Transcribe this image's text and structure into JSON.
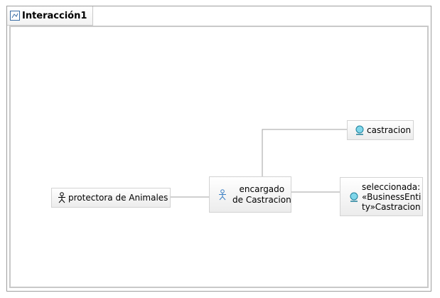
{
  "diagram": {
    "title": "Interacción1",
    "nodes": {
      "protectora": {
        "label": "protectora de Animales",
        "icon": "actor-icon"
      },
      "encargado": {
        "label_line1": "encargado",
        "label_line2": "de Castracion",
        "icon": "actor-icon"
      },
      "castracion": {
        "label": "castracion",
        "icon": "entity-icon"
      },
      "seleccionada": {
        "label_line1": "seleccionada:",
        "label_line2": "«BusinessEnti",
        "label_line3": "ty»Castracion",
        "icon": "entity-icon"
      }
    },
    "links": [
      {
        "from": "protectora",
        "to": "encargado"
      },
      {
        "from": "encargado",
        "to": "castracion"
      },
      {
        "from": "encargado",
        "to": "seleccionada"
      }
    ],
    "colors": {
      "border": "#9e9e9e",
      "connector": "#a0a0a0",
      "entity": "#2aa6c9",
      "actor_alt": "#3b7fc4"
    }
  }
}
